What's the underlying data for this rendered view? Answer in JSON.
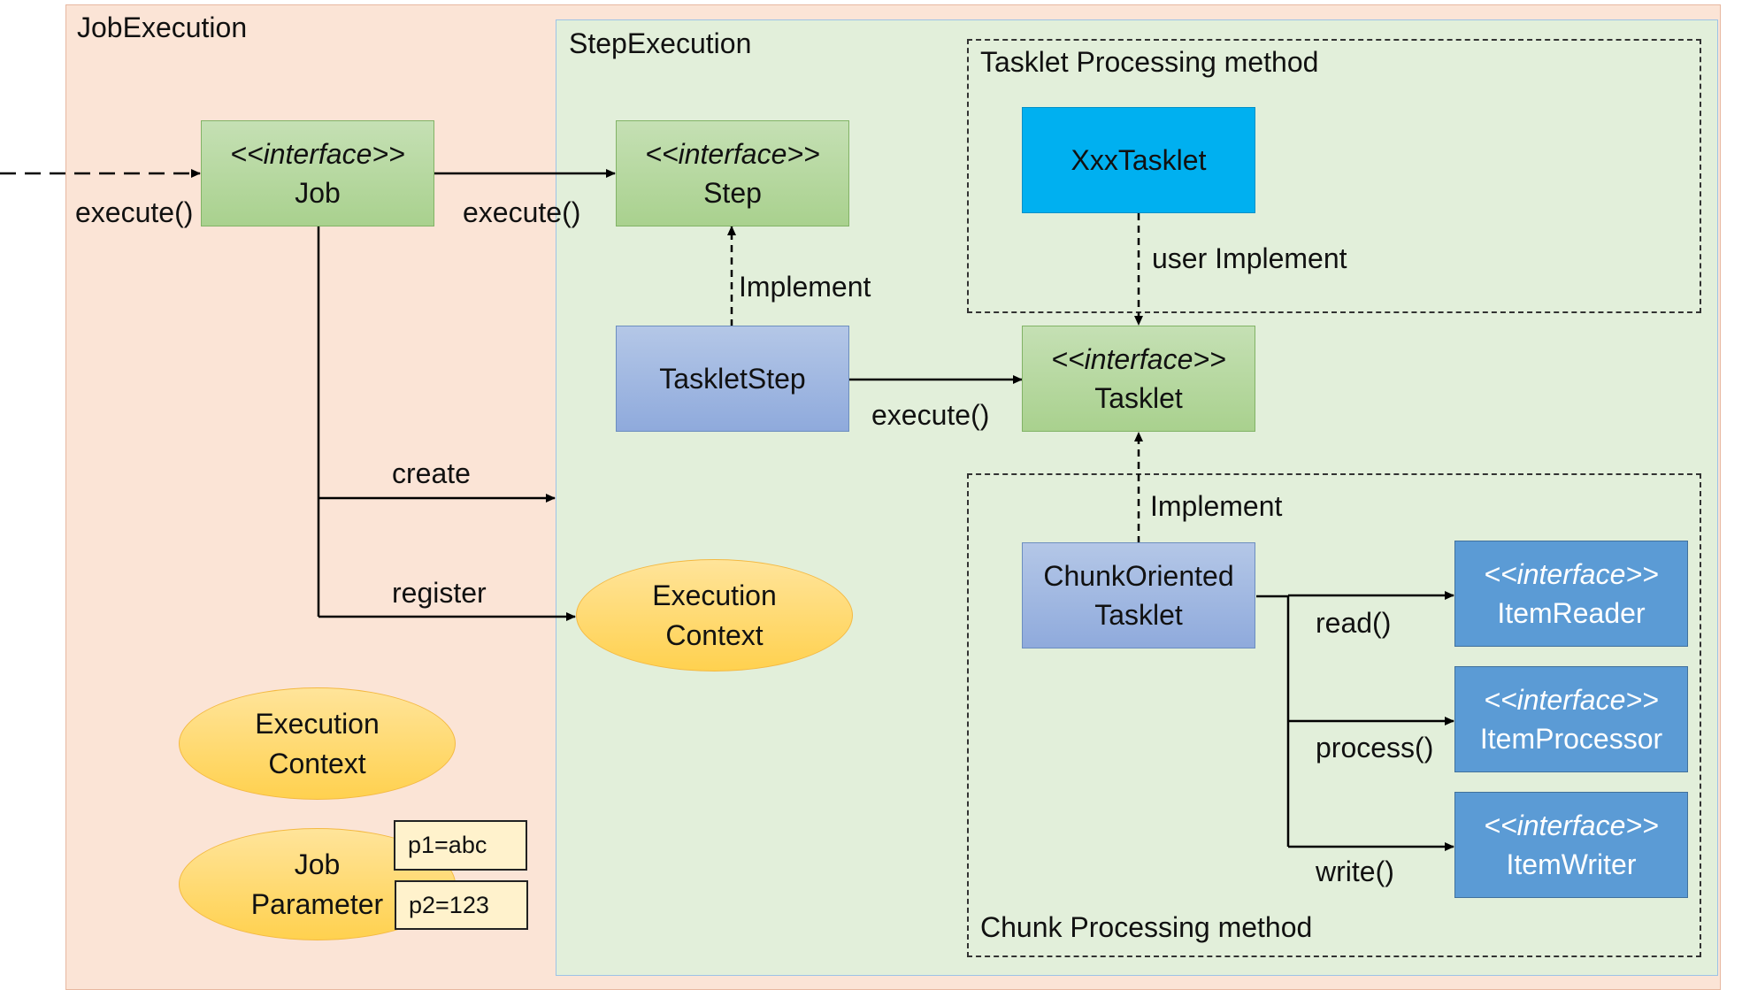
{
  "regions": {
    "job_execution": "JobExecution",
    "step_execution": "StepExecution",
    "tasklet_method": "Tasklet Processing method",
    "chunk_method": "Chunk Processing method"
  },
  "nodes": {
    "job": {
      "stereotype": "<<interface>>",
      "name": "Job"
    },
    "step": {
      "stereotype": "<<interface>>",
      "name": "Step"
    },
    "xxx_tasklet": {
      "name": "XxxTasklet"
    },
    "tasklet": {
      "stereotype": "<<interface>>",
      "name": "Tasklet"
    },
    "tasklet_step": {
      "name": "TaskletStep"
    },
    "chunk_tasklet": {
      "line1": "ChunkOriented",
      "line2": "Tasklet"
    },
    "item_reader": {
      "stereotype": "<<interface>>",
      "name": "ItemReader"
    },
    "item_processor": {
      "stereotype": "<<interface>>",
      "name": "ItemProcessor"
    },
    "item_writer": {
      "stereotype": "<<interface>>",
      "name": "ItemWriter"
    },
    "step_context": {
      "line1": "Execution",
      "line2": "Context"
    },
    "job_context": {
      "line1": "Execution",
      "line2": "Context"
    },
    "job_parameter": {
      "line1": "Job",
      "line2": "Parameter"
    }
  },
  "parameters": [
    "p1=abc",
    "p2=123"
  ],
  "edge_labels": {
    "job_execute": "execute()",
    "step_execute": "execute()",
    "implement_step": "Implement",
    "user_implement": "user Implement",
    "tasklet_execute": "execute()",
    "create": "create",
    "register": "register",
    "implement_tasklet": "Implement",
    "read": "read()",
    "process": "process()",
    "write": "write()"
  },
  "colors": {
    "job_execution_bg": "#fbe4d6",
    "step_execution_bg": "#e2efda",
    "interface_green": "#a9d18e",
    "impl_purple": "#8faadc",
    "user_tasklet_cyan": "#00b0f0",
    "item_blue": "#5b9bd5",
    "context_yellow": "#ffd966"
  }
}
